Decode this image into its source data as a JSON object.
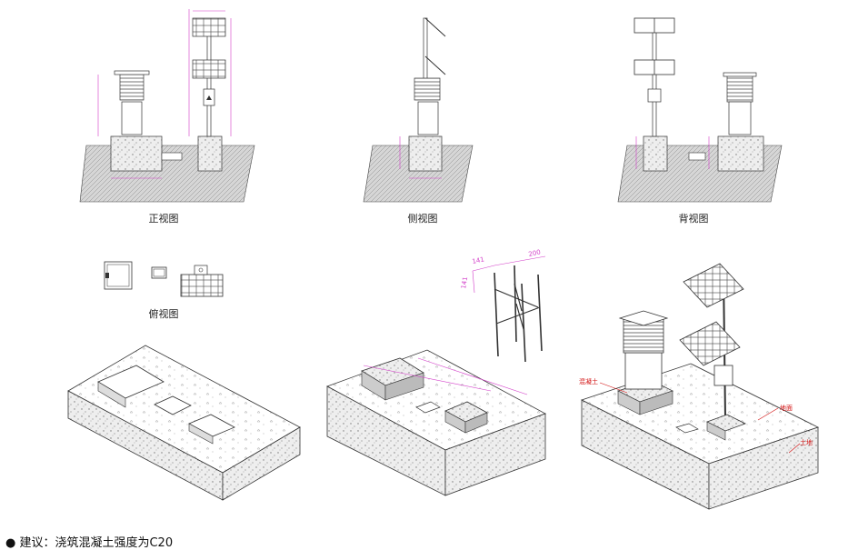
{
  "views": {
    "front": "正视图",
    "side": "侧视图",
    "back": "背视图",
    "top": "俯视图"
  },
  "callouts": {
    "concrete": "混凝土",
    "ground": "地面",
    "soil": "土地"
  },
  "bracket_dims": {
    "a": "141",
    "b": "200",
    "c": "141"
  },
  "note": {
    "bullet": "●",
    "text": "建议：浇筑混凝土强度为C20"
  },
  "colors": {
    "line": "#333333",
    "dimension": "#d23cc8",
    "callout": "#d21010",
    "ground_fill": "#dcdcdc"
  }
}
